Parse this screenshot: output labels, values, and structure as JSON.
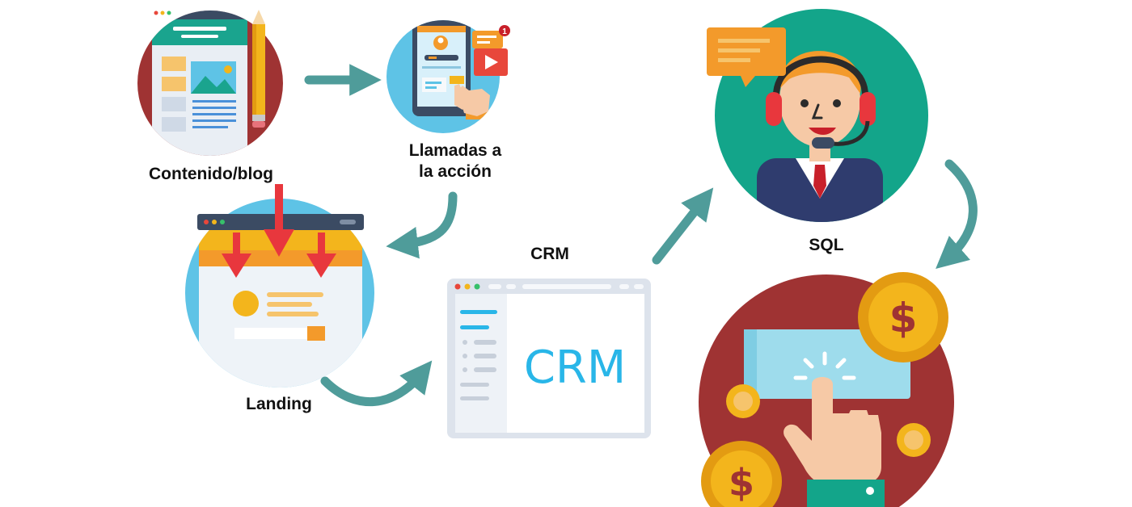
{
  "nodes": {
    "content": {
      "label": "Contenido/blog",
      "icon": "blog-page-icon"
    },
    "cta": {
      "label_line1": "Llamadas a",
      "label_line2": "la acción",
      "icon": "mobile-cta-icon",
      "badge": "1"
    },
    "landing": {
      "label": "Landing",
      "icon": "landing-page-icon"
    },
    "crm": {
      "label": "CRM",
      "screen_text": "CRM",
      "icon": "crm-window-icon"
    },
    "sql": {
      "label": "SQL",
      "icon": "sales-agent-headset-icon"
    },
    "sale": {
      "icon": "payment-click-icon"
    }
  },
  "colors": {
    "arrow": "#4f9c9a",
    "crm_text": "#29b6e8",
    "dark_red_circle": "#9f3333",
    "teal_circle": "#13a58a",
    "light_blue_circle": "#5ec3e6",
    "coin": "#f3b51c"
  }
}
